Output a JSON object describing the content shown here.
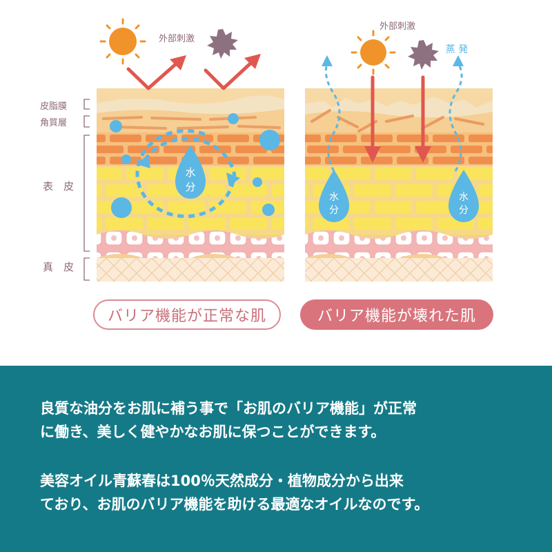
{
  "colors": {
    "sun": "#f0932a",
    "stimulus": "#8e7180",
    "arrow": "#e0574f",
    "water": "#5bb7e3",
    "layer_label": "#8e6b79",
    "badge_outline": "#d98a92",
    "badge_fill": "#d9747d",
    "panel_bg": "#157a87"
  },
  "icons": [
    "sun-icon",
    "stimulus-icon",
    "water-drop-icon",
    "water-bubble-icon",
    "arrow-icon"
  ],
  "labels": {
    "left": {
      "external_stimulus": "外部刺激",
      "layers": {
        "sebum_film": "皮脂膜",
        "stratum_corneum": "角質層",
        "epidermis": "表　皮",
        "dermis": "真　皮"
      },
      "water": [
        "水",
        "分"
      ],
      "caption": "バリア機能が正常な肌"
    },
    "right": {
      "external_stimulus": "外部刺激",
      "evaporation": "蒸 発",
      "water": [
        "水",
        "分"
      ],
      "caption": "バリア機能が壊れた肌"
    }
  },
  "text": {
    "paragraph1": [
      "良質な油分をお肌に補う事で「お肌のバリア機能」が正常",
      "に働き、美しく健やかなお肌に保つことができます。"
    ],
    "paragraph2": [
      "美容オイル青蘇春は100％天然成分・植物成分から出来",
      "ており、お肌のバリア機能を助ける最適なオイルなのです。"
    ]
  }
}
